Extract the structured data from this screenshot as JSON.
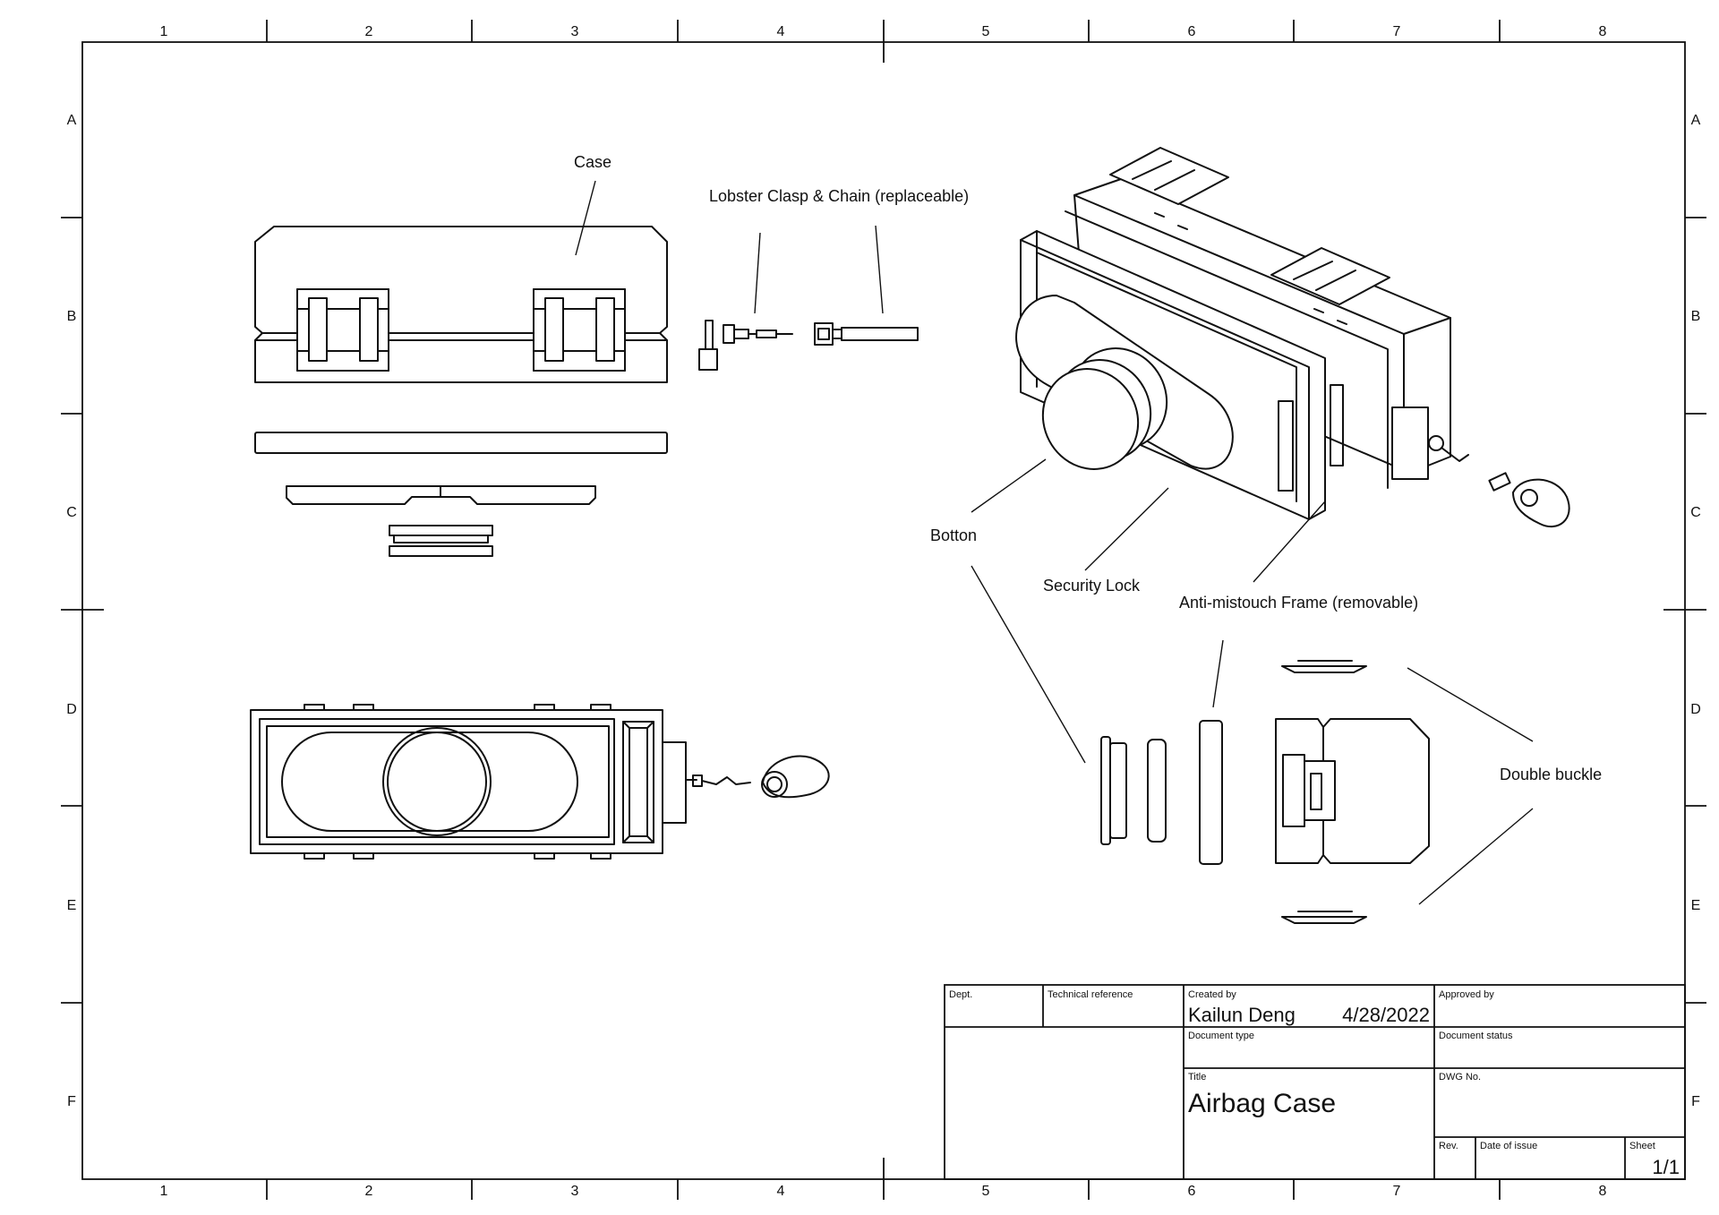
{
  "zones": {
    "columns": [
      "1",
      "2",
      "3",
      "4",
      "5",
      "6",
      "7",
      "8"
    ],
    "rows": [
      "A",
      "B",
      "C",
      "D",
      "E",
      "F"
    ]
  },
  "labels": {
    "case": "Case",
    "clasp": "Lobster Clasp & Chain (replaceable)",
    "botton": "Botton",
    "security_lock": "Security Lock",
    "frame": "Anti-mistouch Frame (removable)",
    "double_buckle": "Double buckle"
  },
  "title_block": {
    "dept_label": "Dept.",
    "tech_ref_label": "Technical reference",
    "created_by_label": "Created by",
    "created_by": "Kailun Deng",
    "date": "4/28/2022",
    "approved_by_label": "Approved by",
    "doc_type_label": "Document type",
    "doc_status_label": "Document status",
    "title_label": "Title",
    "title": "Airbag Case",
    "dwg_label": "DWG No.",
    "rev_label": "Rev.",
    "date_issue_label": "Date of issue",
    "sheet_label": "Sheet",
    "sheet": "1/1"
  }
}
